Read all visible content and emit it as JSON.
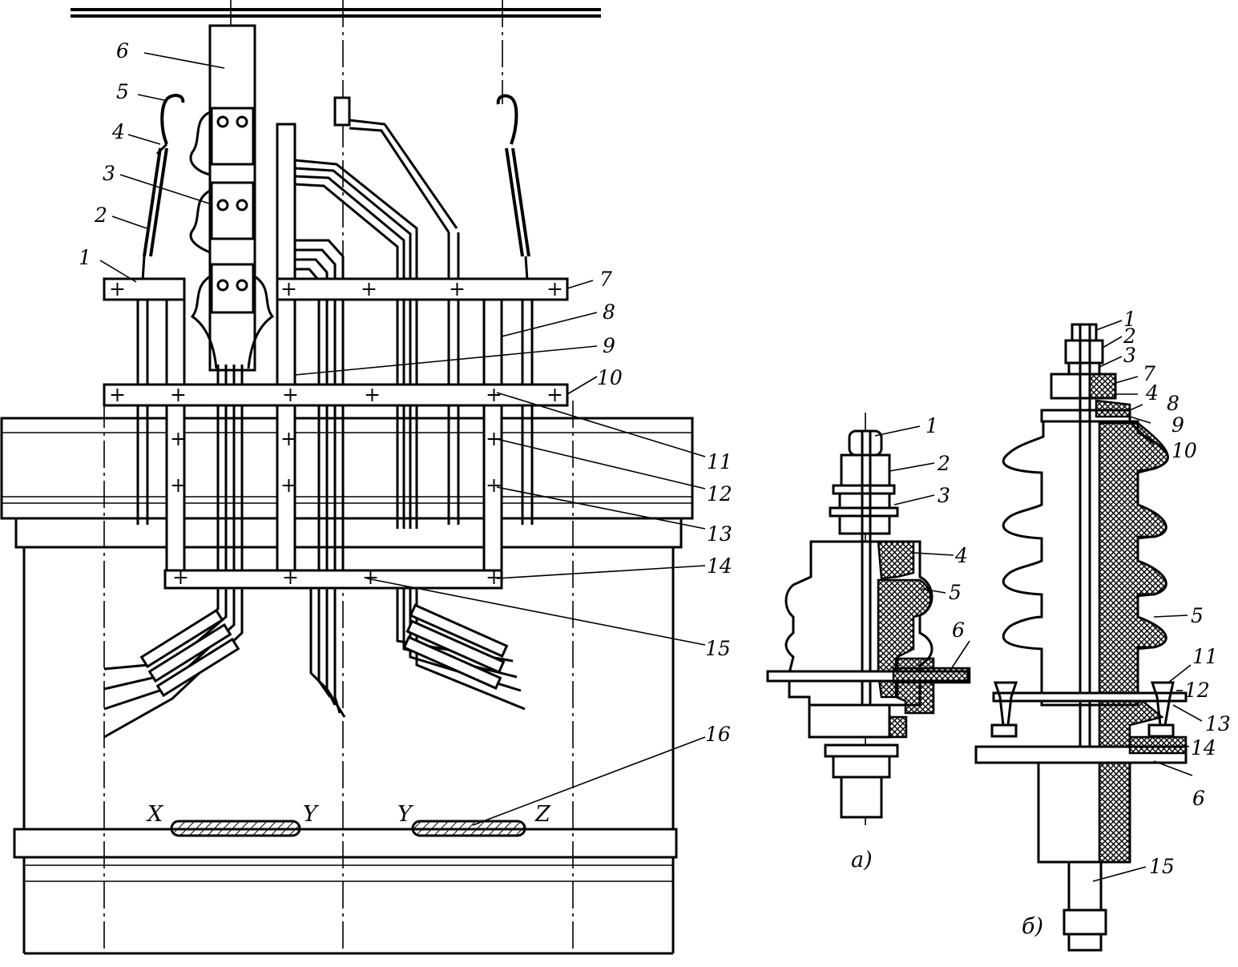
{
  "main_view": {
    "labels": [
      "1",
      "2",
      "3",
      "4",
      "5",
      "6",
      "7",
      "8",
      "9",
      "10",
      "11",
      "12",
      "13",
      "14",
      "15",
      "16"
    ],
    "terminals": [
      "X",
      "Y",
      "Y",
      "Z"
    ]
  },
  "view_a": {
    "caption": "а)",
    "labels": [
      "1",
      "2",
      "3",
      "4",
      "5",
      "6"
    ]
  },
  "view_b": {
    "caption": "б)",
    "labels": [
      "1",
      "2",
      "3",
      "7",
      "4",
      "8",
      "9",
      "10",
      "5",
      "11",
      "12",
      "13",
      "14",
      "6",
      "15"
    ]
  }
}
